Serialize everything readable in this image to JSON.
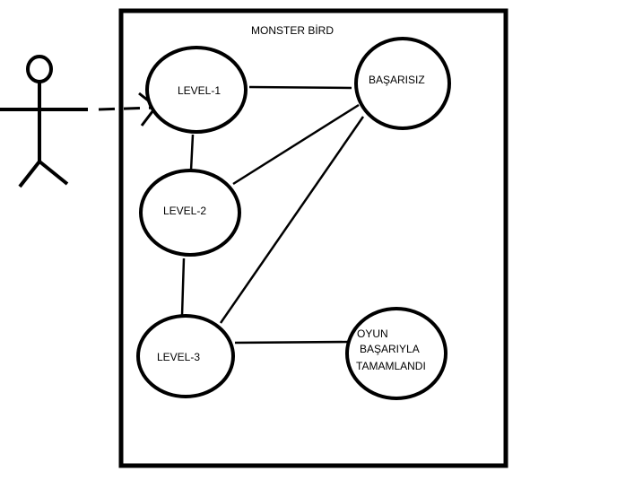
{
  "diagram": {
    "title": "MONSTER BİRD",
    "stroke_color": "#000000",
    "background_color": "#ffffff",
    "actor": {
      "icon": "stick-figure-actor-icon"
    },
    "use_cases": {
      "level1": "LEVEL-1",
      "level2": "LEVEL-2",
      "level3": "LEVEL-3",
      "failure": "BAŞARISIZ",
      "success": [
        "OYUN",
        "BAŞARIYLA",
        "TAMAMLANDI"
      ]
    },
    "connections": [
      [
        "LEVEL-1",
        "BAŞARISIZ"
      ],
      [
        "LEVEL-1",
        "LEVEL-2"
      ],
      [
        "LEVEL-2",
        "BAŞARISIZ"
      ],
      [
        "LEVEL-2",
        "LEVEL-3"
      ],
      [
        "LEVEL-3",
        "BAŞARISIZ"
      ],
      [
        "LEVEL-3",
        "OYUN BAŞARIYLA TAMAMLANDI"
      ]
    ]
  }
}
